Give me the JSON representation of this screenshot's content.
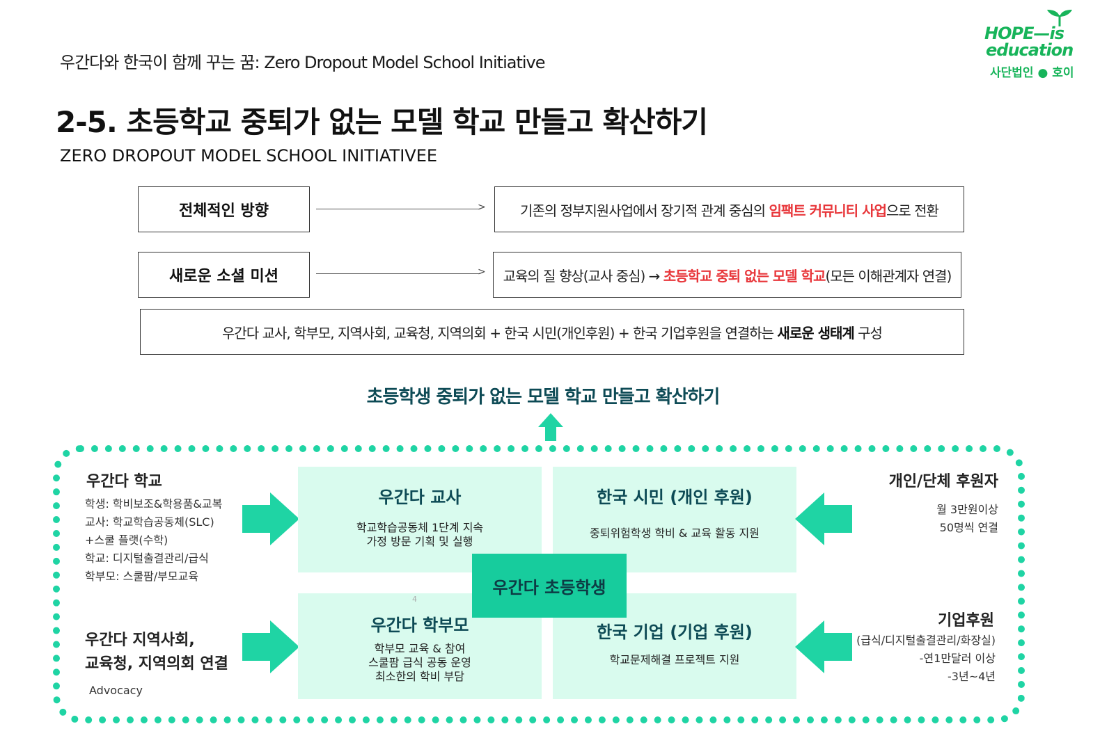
{
  "header": {
    "subtitle": "우간다와 한국이 함께 꾸는 꿈: Zero Dropout Model School Initiative",
    "title": "2-5. 초등학교 중퇴가 없는 모델 학교 만들고 확산하기",
    "english_title": "ZERO DROPOUT MODEL SCHOOL INITIATIVEE"
  },
  "logo": {
    "line1": "HOPE—is",
    "line2": "education",
    "line3_a": "사단법인",
    "line3_b": "호이",
    "color": "#17b45a"
  },
  "rows": {
    "direction": {
      "label": "전체적인 방향",
      "text_before": "기존의 정부지원사업에서 장기적 관계 중심의 ",
      "highlight": "임팩트 커뮤니티 사업",
      "text_after": "으로 전환"
    },
    "mission": {
      "label": "새로운 소셜 미션",
      "text_before": "교육의 질 향상(교사 중심) → ",
      "highlight": "초등학교 중퇴 없는 모델 학교",
      "text_after": "(모든 이해관계자 연결)"
    },
    "ecosystem": {
      "text_before": "우간다 교사, 학부모, 지역사회, 교육청, 지역의회 + 한국 시민(개인후원) + 한국 기업후원을 연결하는 ",
      "bold": "새로운 생태계",
      "text_after": " 구성"
    }
  },
  "goal": "초등학생 중퇴가 없는 모델 학교 만들고 확산하기",
  "left_top": {
    "title": "우간다 학교",
    "lines": [
      "학생: 학비보조&학용품&교복",
      "교사: 학교학습공동체(SLC)",
      "+스쿨 플랫(수학)",
      "학교: 디지털출결관리/급식",
      "학부모: 스쿨팜/부모교육"
    ]
  },
  "left_bottom": {
    "title_line1": "우간다 지역사회,",
    "title_line2": "교육청, 지역의회 연결",
    "note": "Advocacy"
  },
  "quadrants": {
    "teacher": {
      "title": "우간다 교사",
      "lines": [
        "학교학습공동체 1단계 지속",
        "가정 방문 기획 및 실행"
      ]
    },
    "citizen": {
      "title": "한국 시민 (개인 후원)",
      "lines": [
        "중퇴위험학생 학비 & 교육 활동 지원"
      ]
    },
    "parent": {
      "title": "우간다 학부모",
      "small": "4",
      "lines": [
        "학부모 교육 & 참여",
        "스쿨팜 급식 공동 운영",
        "최소한의 학비 부담"
      ]
    },
    "company": {
      "title": "한국 기업 (기업 후원)",
      "lines": [
        "학교문제해결 프로젝트 지원"
      ]
    },
    "center": "우간다 초등학생"
  },
  "right_top": {
    "title": "개인/단체 후원자",
    "lines": [
      "월 3만원이상",
      "50명씩 연결"
    ]
  },
  "right_bottom": {
    "title": "기업후원",
    "lines": [
      "(급식/디지털출결관리/화장실)",
      "-연1만달러 이상",
      "-3년~4년"
    ]
  },
  "colors": {
    "accent": "#1fd4a4",
    "mint": "#d9fbee",
    "center": "#17cc9d",
    "navy": "#0d4a55",
    "red": "#e8363a"
  }
}
